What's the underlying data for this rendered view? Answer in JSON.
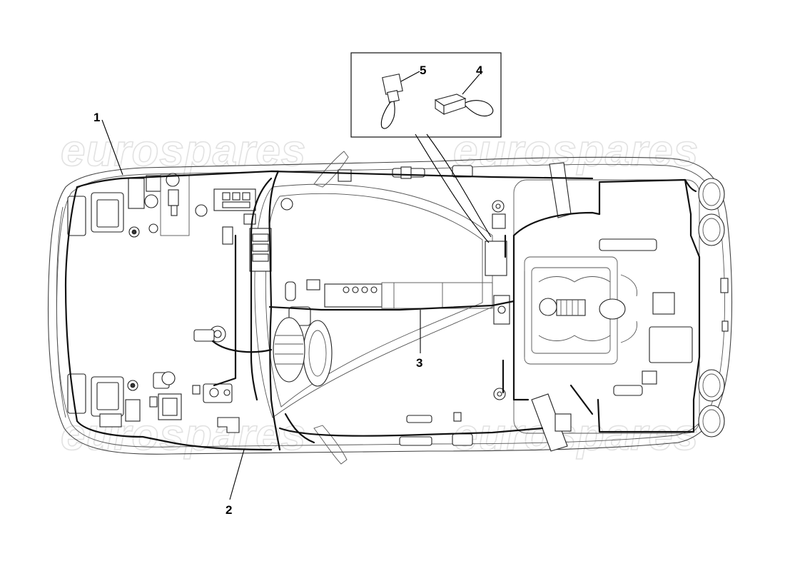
{
  "callouts": [
    {
      "id": "1",
      "label": "1"
    },
    {
      "id": "2",
      "label": "2"
    },
    {
      "id": "3",
      "label": "3"
    },
    {
      "id": "4",
      "label": "4"
    },
    {
      "id": "5",
      "label": "5"
    }
  ],
  "watermark": {
    "text": "eurospares",
    "color": "#e2e2e2"
  },
  "colors": {
    "line": "#222222",
    "harness": "#111111",
    "background": "#ffffff"
  }
}
